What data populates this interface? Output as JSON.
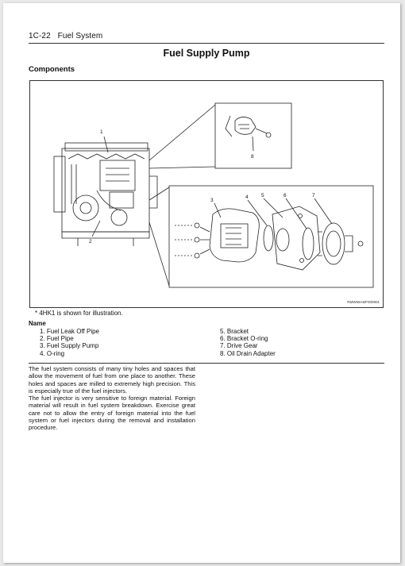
{
  "header": {
    "section_code": "1C-22",
    "section_name": "Fuel System"
  },
  "title": "Fuel Supply Pump",
  "subheading": "Components",
  "figure": {
    "callouts": [
      "1",
      "2",
      "3",
      "4",
      "5",
      "6",
      "7",
      "8"
    ],
    "code": "RMW56AMF000901"
  },
  "caption": "* 4HK1 is shown for illustration.",
  "name_heading": "Name",
  "names_left": [
    "1.  Fuel Leak Off Pipe",
    "2.  Fuel Pipe",
    "3.  Fuel Supply Pump",
    "4.  O-ring"
  ],
  "names_right": [
    "5.  Bracket",
    "6.  Bracket O-ring",
    "7.  Drive Gear",
    "8.  Oil Drain Adapter"
  ],
  "paragraphs": [
    "The fuel system consists of many tiny holes and spaces that allow the movement of fuel from one place to another. These holes and spaces are milled to extremely high precision. This is especially true of the fuel injectors.",
    "The fuel injector is very sensitive to foreign material. Foreign material will result in fuel system breakdown. Exercise great care not to allow the entry of foreign material into the fuel system or fuel injectors during the removal and installation procedure."
  ]
}
